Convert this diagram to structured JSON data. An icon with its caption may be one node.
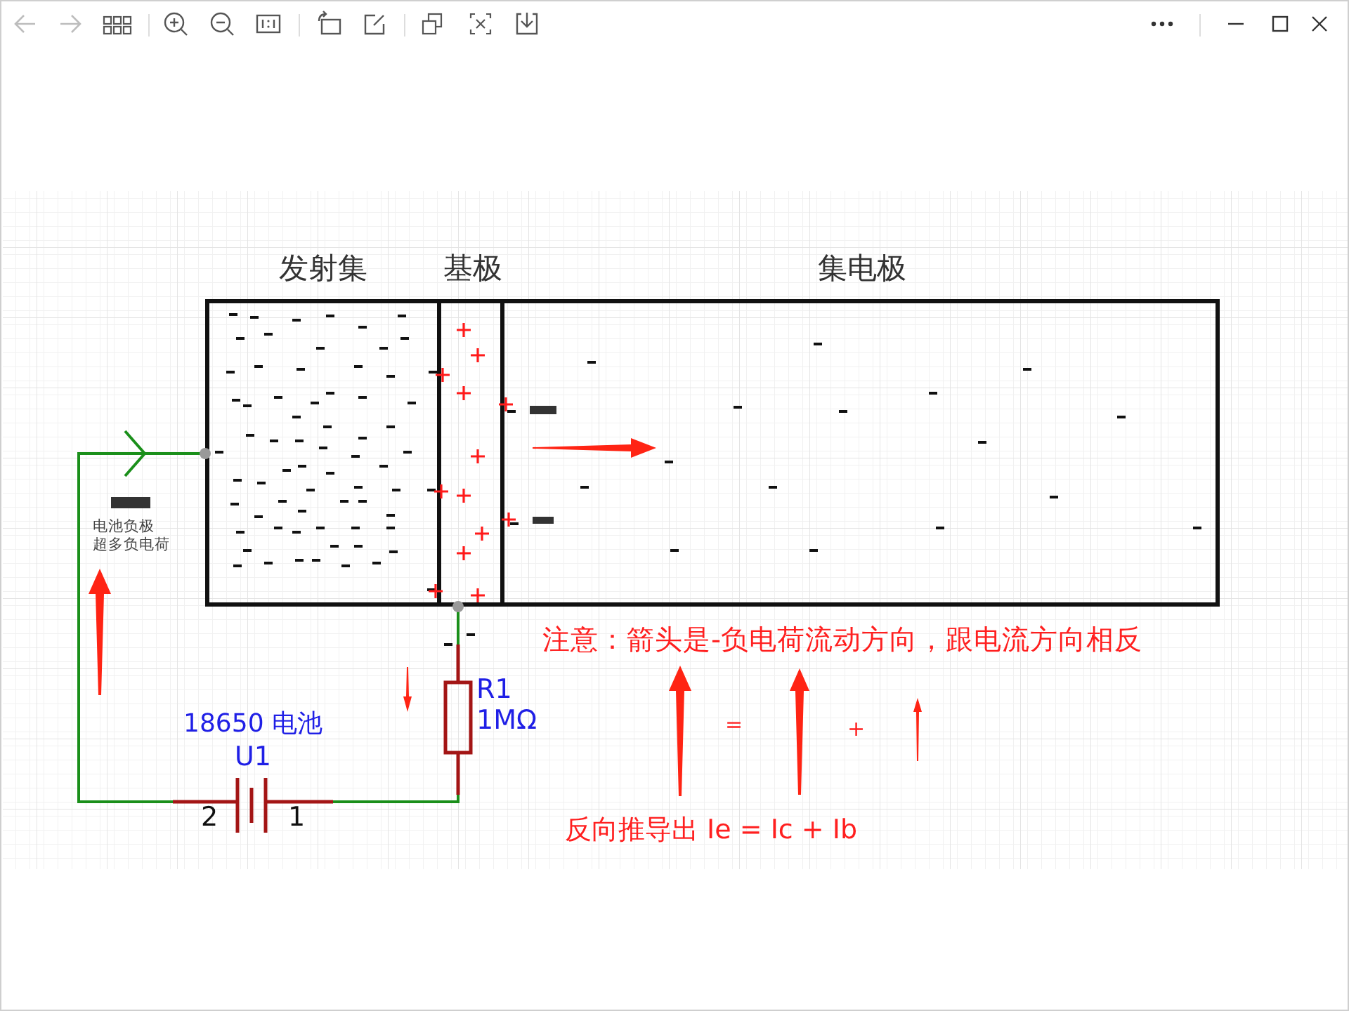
{
  "diagram": {
    "nodes": [
      {
        "text": [
          "发射集"
        ]
      },
      {
        "text": [
          "基极"
        ]
      },
      {
        "text": [
          "集电极"
        ]
      },
      {
        "text": [
          "18650 电池",
          "U1",
          "2",
          "1"
        ]
      },
      {
        "text": [
          "R1",
          "1MΩ"
        ]
      }
    ],
    "edges": [
      {
        "from": 3,
        "to": 0,
        "arrow": "to"
      },
      {
        "from": 1,
        "to": 4,
        "arrow": "none"
      },
      {
        "from": 4,
        "to": 3,
        "arrow": "none"
      }
    ],
    "labels": [
      "电池负极",
      "超多负电荷",
      "注意：箭头是-负电荷流动方向，跟电流方向相反",
      "=",
      "+",
      "反向推导出 Ie = Ic + Ib"
    ]
  }
}
